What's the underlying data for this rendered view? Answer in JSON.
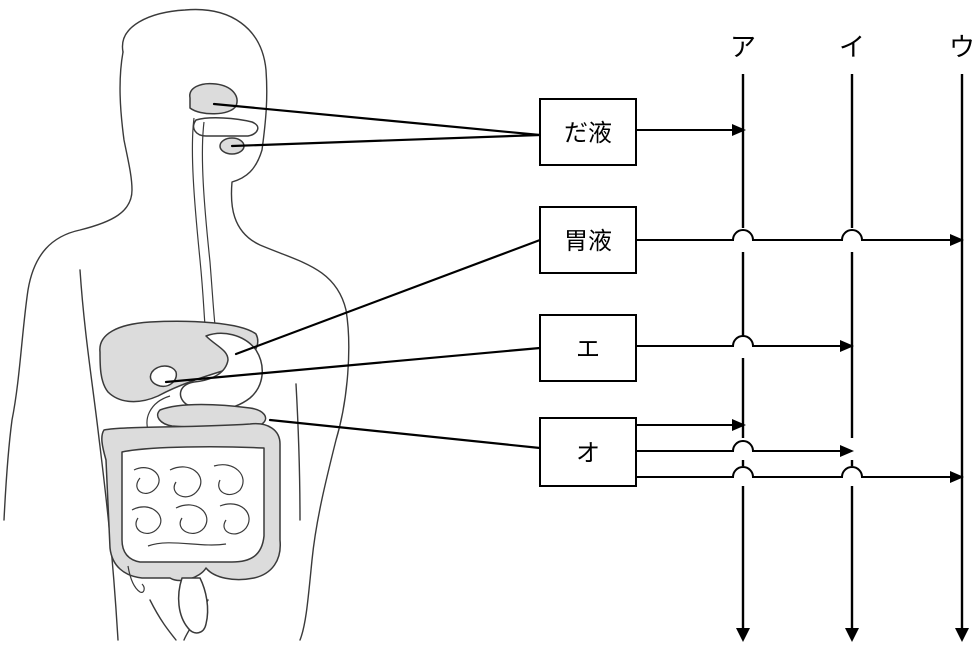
{
  "columns": [
    {
      "id": "a",
      "label": "ア"
    },
    {
      "id": "i",
      "label": "イ"
    },
    {
      "id": "u",
      "label": "ウ"
    }
  ],
  "boxes": [
    {
      "id": "saliva",
      "label": "だ液"
    },
    {
      "id": "gastric",
      "label": "胃液"
    },
    {
      "id": "e",
      "label": "エ"
    },
    {
      "id": "o",
      "label": "オ"
    }
  ]
}
